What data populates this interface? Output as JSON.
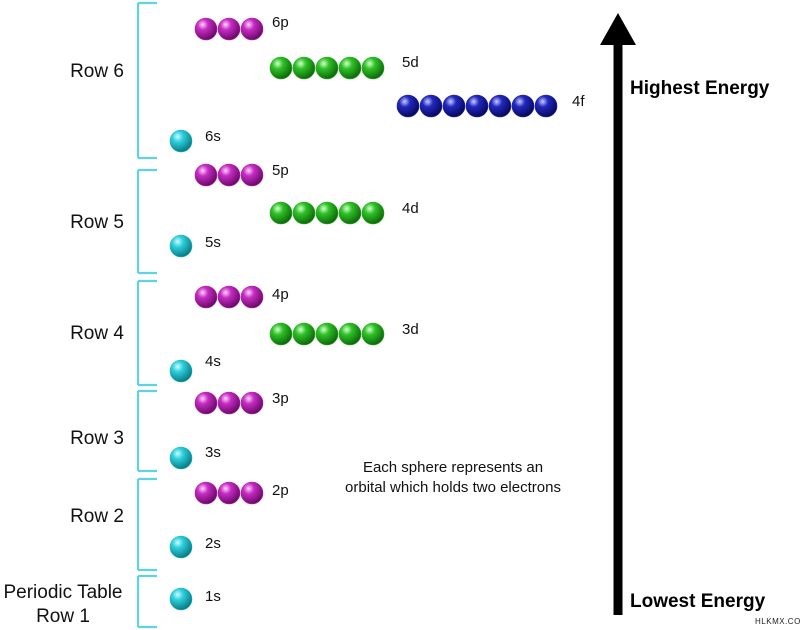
{
  "rows": [
    {
      "label": "Row 6"
    },
    {
      "label": "Row 5"
    },
    {
      "label": "Row 4"
    },
    {
      "label": "Row 3"
    },
    {
      "label": "Row 2"
    },
    {
      "label": "Periodic Table Row 1",
      "line1": "Periodic Table",
      "line2": "Row 1"
    }
  ],
  "orbitals": [
    {
      "label": "6p",
      "count": 3,
      "type": "p"
    },
    {
      "label": "5d",
      "count": 5,
      "type": "d"
    },
    {
      "label": "4f",
      "count": 7,
      "type": "f"
    },
    {
      "label": "6s",
      "count": 1,
      "type": "s"
    },
    {
      "label": "5p",
      "count": 3,
      "type": "p"
    },
    {
      "label": "4d",
      "count": 5,
      "type": "d"
    },
    {
      "label": "5s",
      "count": 1,
      "type": "s"
    },
    {
      "label": "4p",
      "count": 3,
      "type": "p"
    },
    {
      "label": "3d",
      "count": 5,
      "type": "d"
    },
    {
      "label": "4s",
      "count": 1,
      "type": "s"
    },
    {
      "label": "3p",
      "count": 3,
      "type": "p"
    },
    {
      "label": "3s",
      "count": 1,
      "type": "s"
    },
    {
      "label": "2p",
      "count": 3,
      "type": "p"
    },
    {
      "label": "2s",
      "count": 1,
      "type": "s"
    },
    {
      "label": "1s",
      "count": 1,
      "type": "s"
    }
  ],
  "note": {
    "line1": "Each sphere represents an",
    "line2": "orbital which holds two electrons"
  },
  "energy_axis": {
    "top_label": "Highest Energy",
    "bottom_label": "Lowest Energy"
  },
  "watermark": "HLKMX.COM",
  "colors": {
    "bracket": "#5fd3e3",
    "s": "#19b7c2",
    "p": "#b51fb0",
    "d": "#22ad1b",
    "f": "#1a1fa6",
    "arrow": "#000000"
  }
}
